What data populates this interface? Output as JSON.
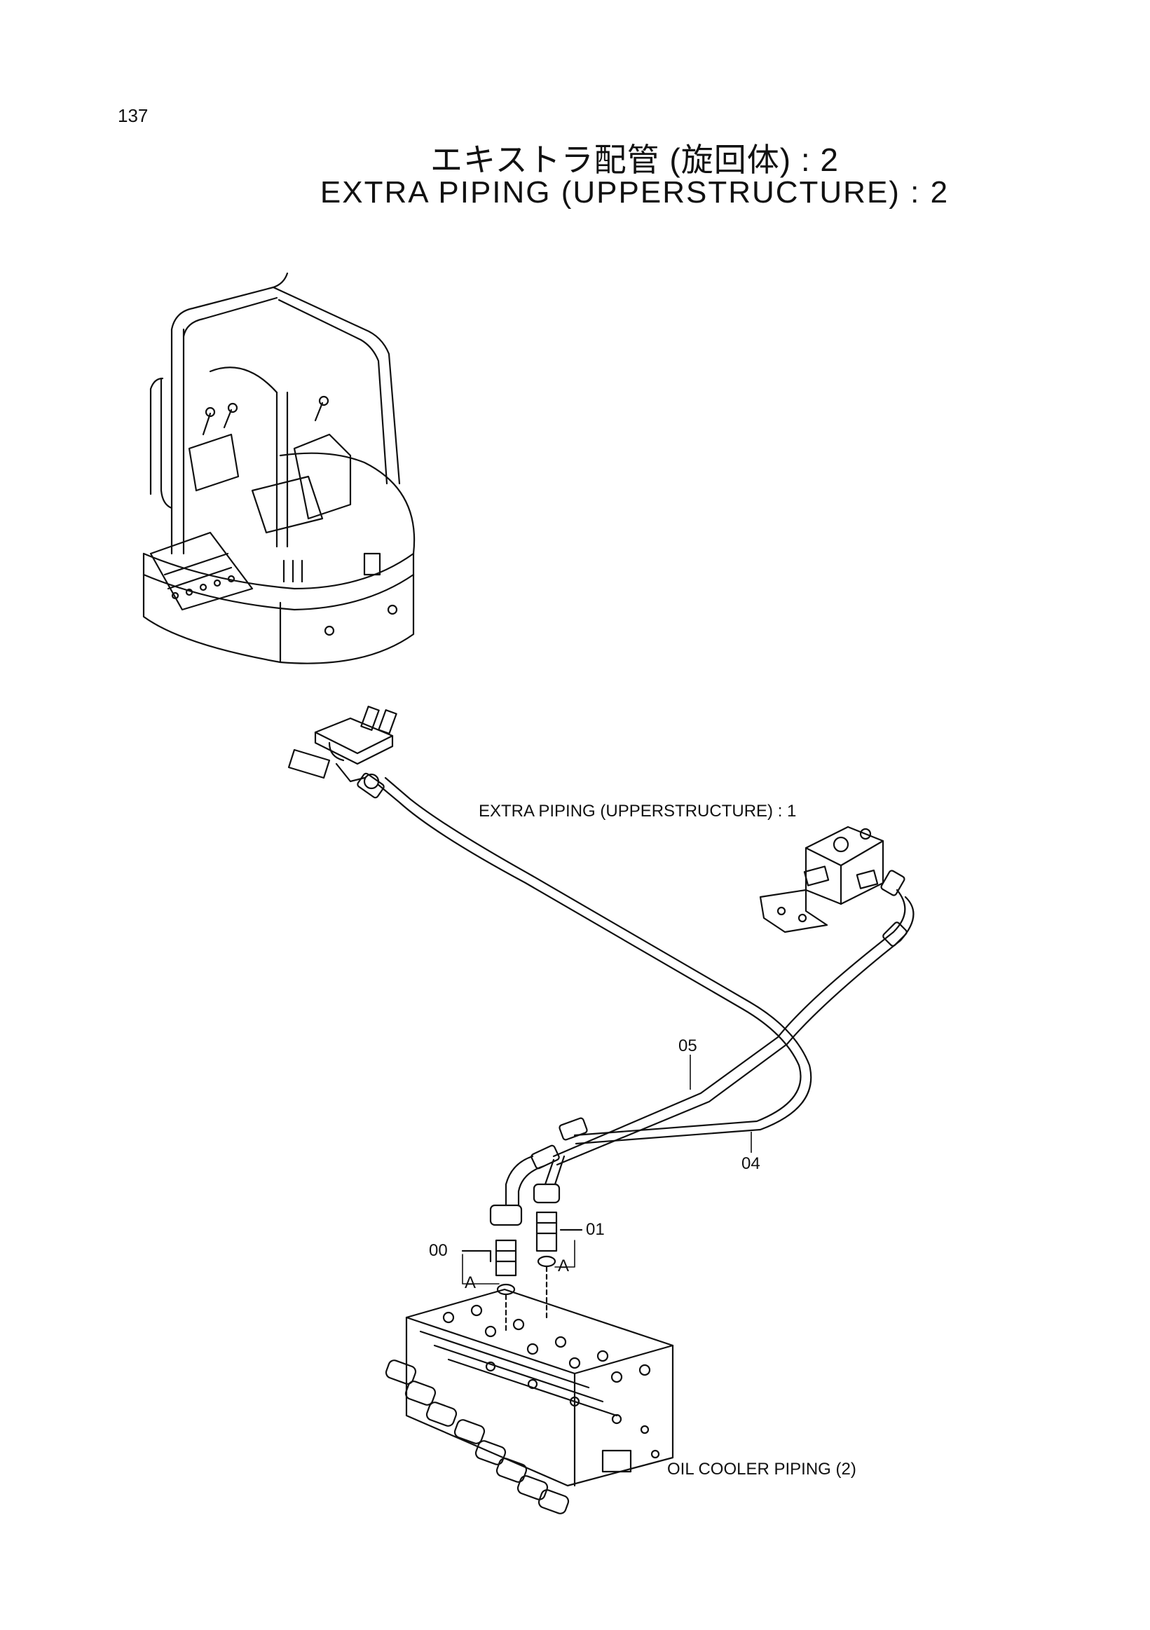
{
  "page_number": "137",
  "title_jp": "エキストラ配管 (旋回体) : 2",
  "title_en": "EXTRA  PIPING (UPPERSTRUCTURE) : 2",
  "labels": {
    "ref_extra_piping": "EXTRA  PIPING  (UPPERSTRUCTURE)  :  1",
    "ref_oil_cooler": "OIL  COOLER  PIPING (2)",
    "part_05": "05",
    "part_04": "04",
    "part_00": "00",
    "part_01": "01",
    "detail_a_left": "A",
    "detail_a_right": "A"
  }
}
